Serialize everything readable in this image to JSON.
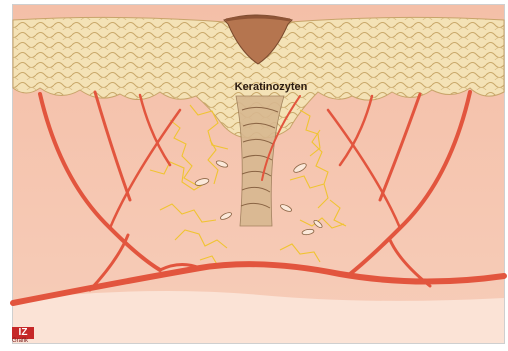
{
  "diagram": {
    "label_keratinocytes": "Keratinozyten"
  },
  "logo": {
    "mark": "IZ",
    "subtitle": "Grafik"
  },
  "colors": {
    "epidermis": "#f2dcae",
    "dermis": "#f6c3ad",
    "blood_vessel": "#e2553e",
    "scab": "#b5754f",
    "fibrin_network": "#f0c431",
    "logo": "#c62828"
  }
}
